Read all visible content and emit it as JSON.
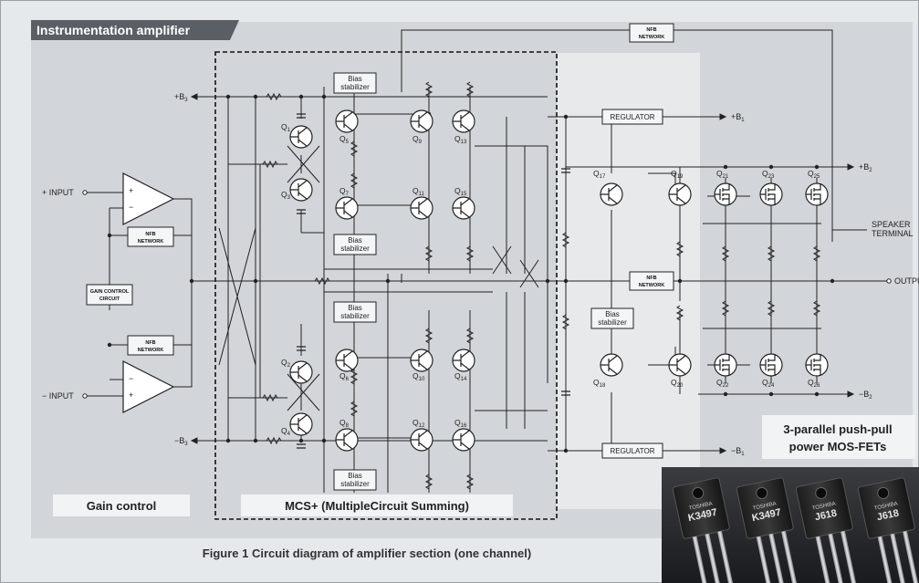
{
  "header": {
    "title": "Instrumentation amplifier"
  },
  "labels": {
    "plus_b3": "+B",
    "minus_b3": "−B",
    "plus_b1": "+B",
    "minus_b1": "−B",
    "plus_b2": "+B",
    "minus_b2": "−B",
    "sub3": "3",
    "sub1": "1",
    "sub2": "2",
    "plus_input": "+ INPUT",
    "minus_input": "− INPUT",
    "output": "OUTPUT",
    "speaker_terminal_1": "SPEAKER",
    "speaker_terminal_2": "TERMINAL",
    "opamp_plus": "+",
    "opamp_minus": "−"
  },
  "boxes": {
    "nfb_network_1": "NFB",
    "nfb_network_2": "NETWORK",
    "gain_control_1": "GAIN CONTROL",
    "gain_control_2": "CIRCUIT",
    "bias_1": "Bias",
    "bias_2": "stabilizer",
    "regulator": "REGULATOR"
  },
  "transistors": [
    "Q1",
    "Q2",
    "Q3",
    "Q4",
    "Q5",
    "Q6",
    "Q7",
    "Q8",
    "Q9",
    "Q10",
    "Q11",
    "Q12",
    "Q13",
    "Q14",
    "Q15",
    "Q16",
    "Q17",
    "Q18",
    "Q19",
    "Q20",
    "Q21",
    "Q22",
    "Q23",
    "Q24",
    "Q25",
    "Q26"
  ],
  "section_labels": {
    "gain_control": "Gain control",
    "mcs": "MCS+ (MultipleCircuit Summing)",
    "fets_1": "3-parallel push-pull",
    "fets_2": "power MOS-FETs"
  },
  "photo": {
    "part_labels": [
      "K3497",
      "K3497",
      "J618",
      "J618"
    ],
    "brand": "TOSHIBA"
  },
  "caption": "Figure 1  Circuit diagram of amplifier section (one channel)",
  "colors": {
    "background": "#e6e9ec",
    "panel": "#d2d5d9",
    "output_panel": "#e6e8ea",
    "header": "#5a5f66",
    "label_box": "#f2f3f4"
  }
}
